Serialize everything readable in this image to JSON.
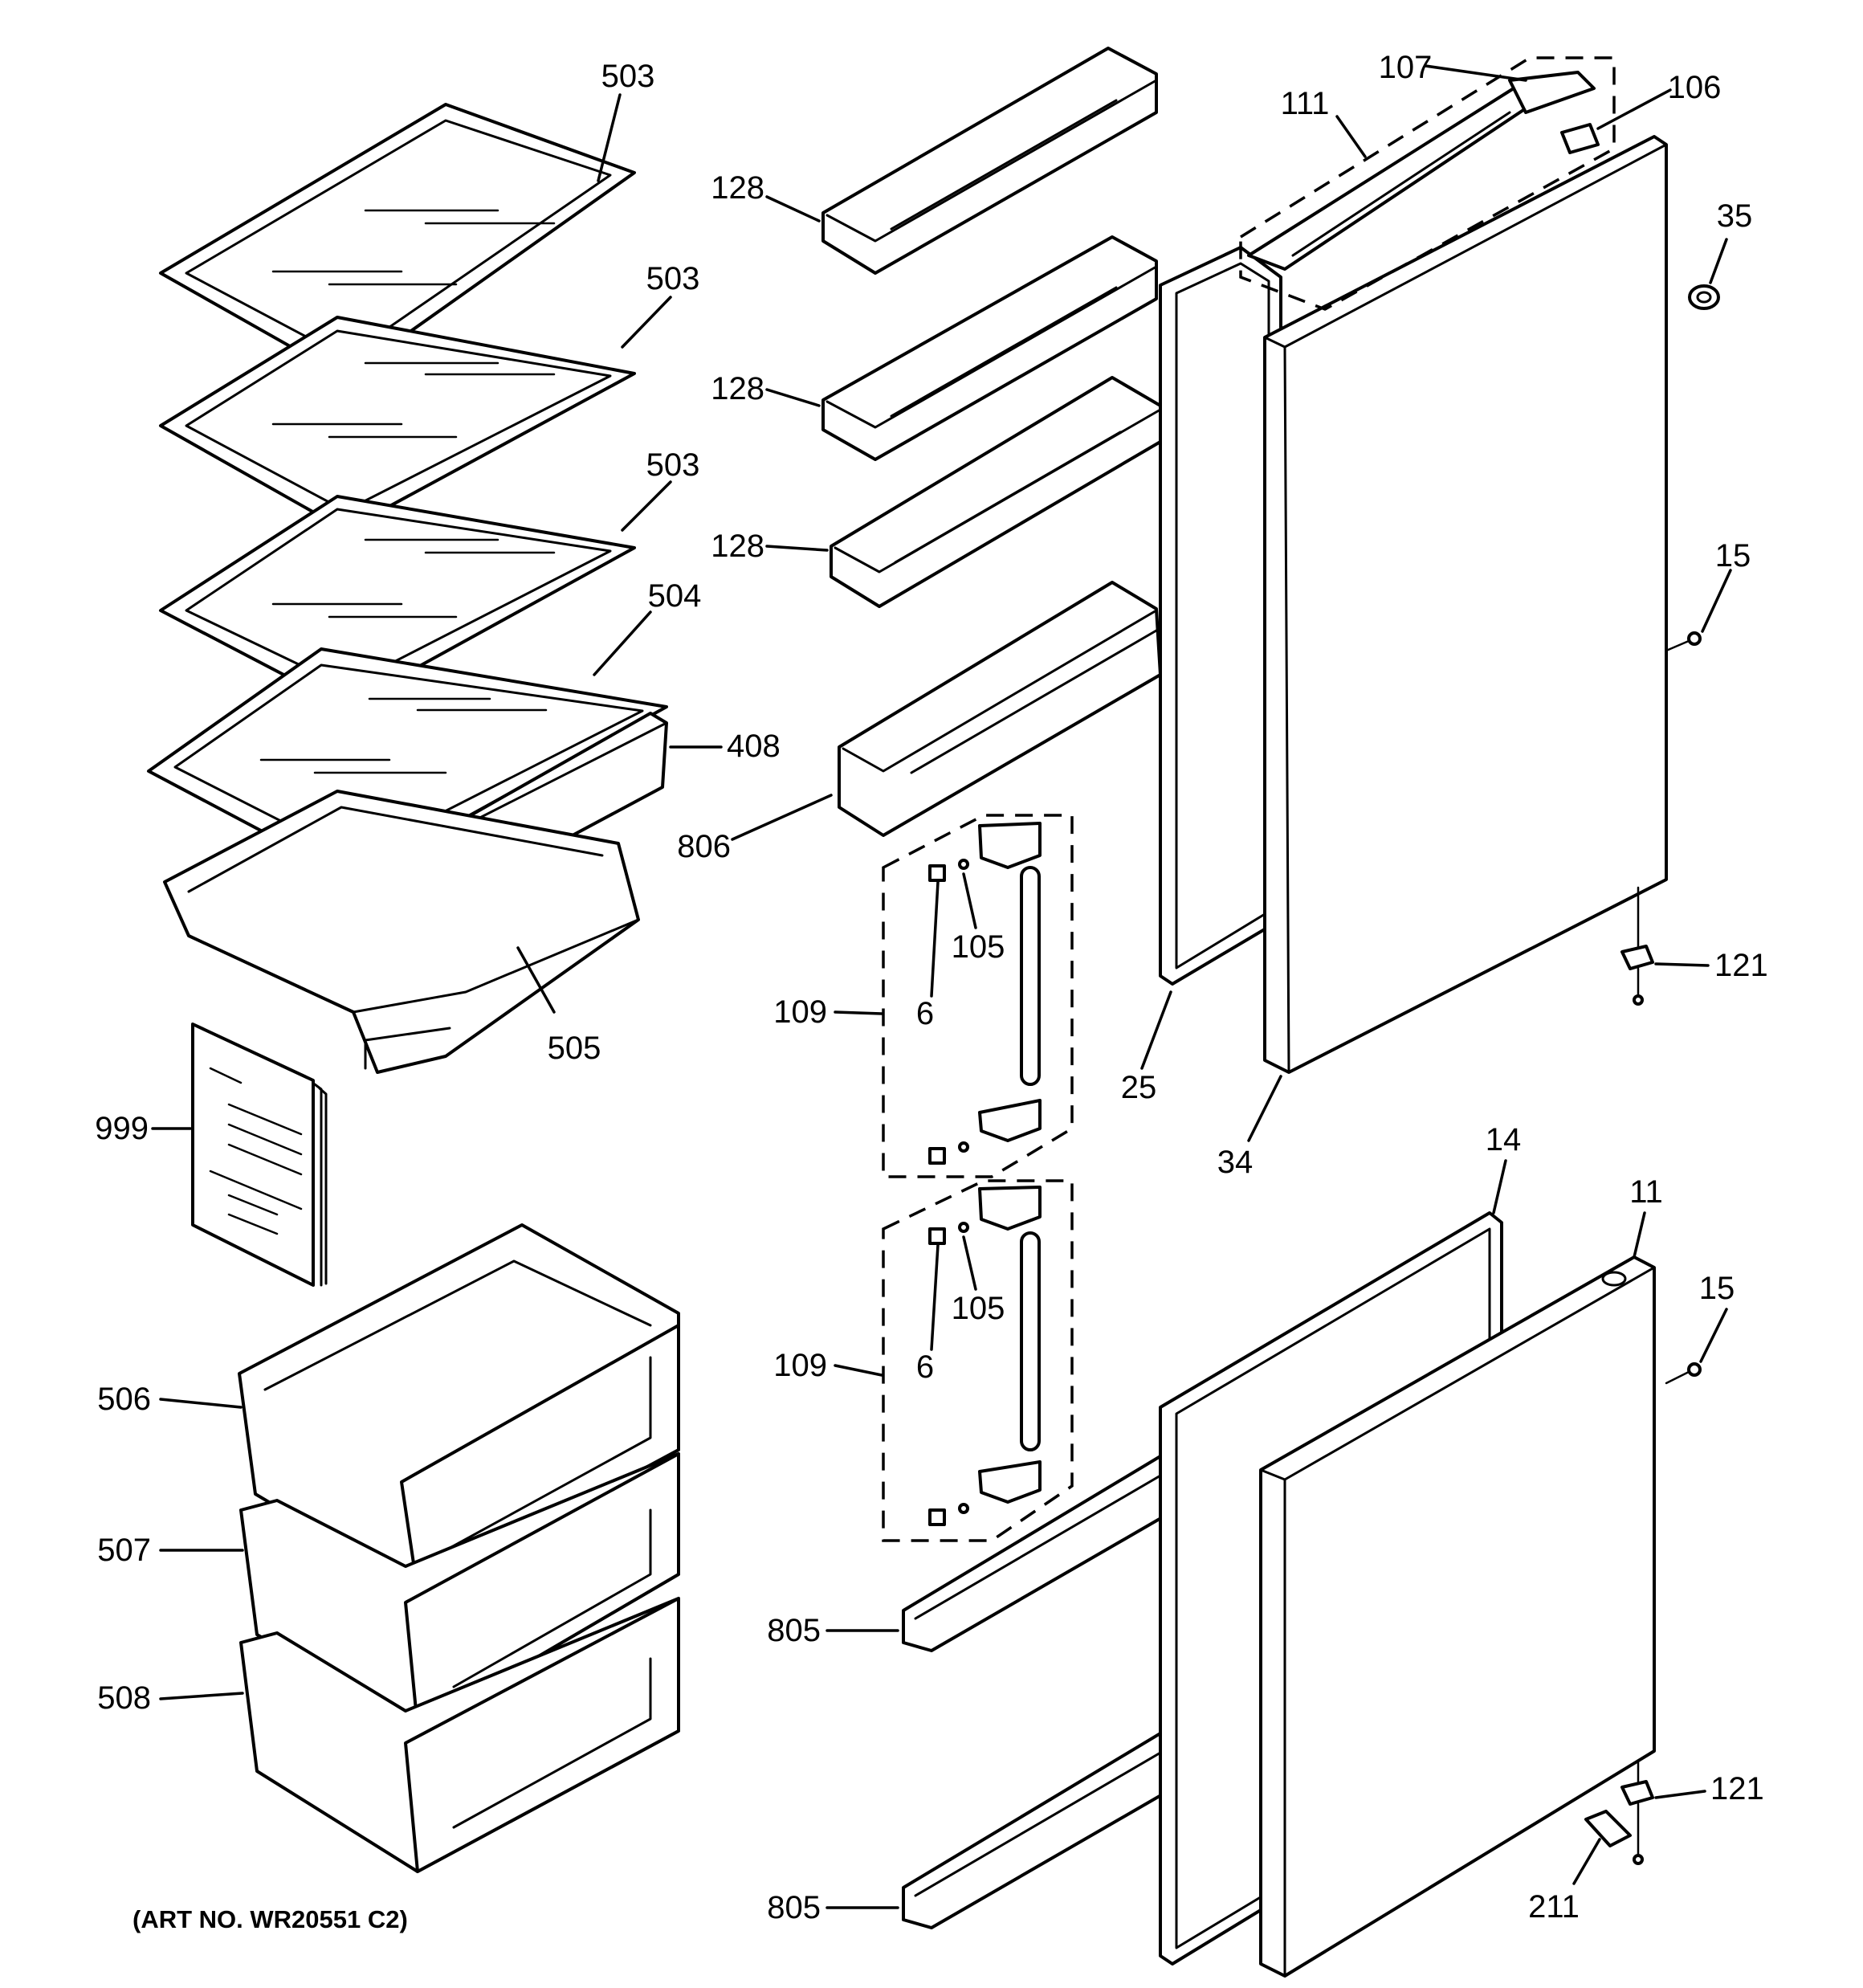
{
  "callouts": {
    "c503a": "503",
    "c503b": "503",
    "c503c": "503",
    "c504": "504",
    "c408": "408",
    "c505": "505",
    "c999": "999",
    "c506": "506",
    "c507": "507",
    "c508": "508",
    "c128a": "128",
    "c128b": "128",
    "c128c": "128",
    "c806": "806",
    "c105a": "105",
    "c6a": "6",
    "c109a": "109",
    "c105b": "105",
    "c6b": "6",
    "c109b": "109",
    "c805a": "805",
    "c805b": "805",
    "c107": "107",
    "c111": "111",
    "c106": "106",
    "c35": "35",
    "c15a": "15",
    "c121a": "121",
    "c25": "25",
    "c34": "34",
    "c14": "14",
    "c11": "11",
    "c15b": "15",
    "c121b": "121",
    "c211": "211"
  },
  "art_number": "(ART NO. WR20551 C2)"
}
